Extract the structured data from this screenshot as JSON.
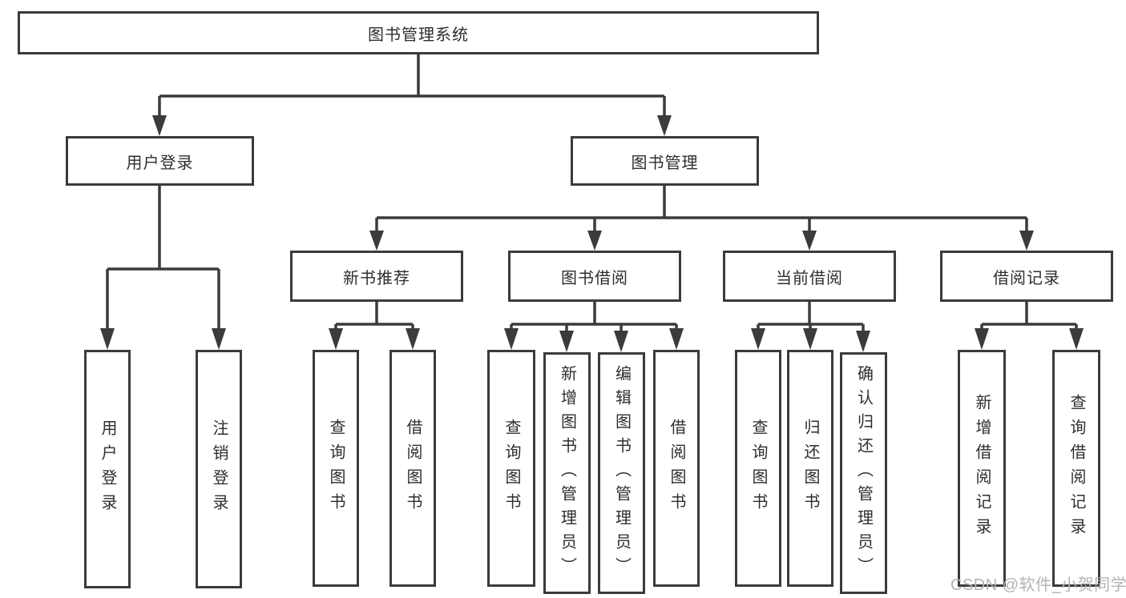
{
  "diagram_title": "图书管理系统",
  "tree": {
    "root": "图书管理系统",
    "branches": [
      {
        "label": "用户登录",
        "children": [
          "用户登录",
          "注销登录"
        ]
      },
      {
        "label": "图书管理",
        "subgroups": [
          {
            "label": "新书推荐",
            "children": [
              "查询图书",
              "借阅图书"
            ]
          },
          {
            "label": "图书借阅",
            "children": [
              "查询图书",
              "新增图书（管理员）",
              "编辑图书（管理员）",
              "借阅图书"
            ]
          },
          {
            "label": "当前借阅",
            "children": [
              "查询图书",
              "归还图书",
              "确认归还（管理员）"
            ]
          },
          {
            "label": "借阅记录",
            "children": [
              "新增借阅记录",
              "查询借阅记录"
            ]
          }
        ]
      }
    ]
  },
  "watermark": "CSDN @软件_小贺同学",
  "colors": {
    "line": "#3b3b3b",
    "text": "#2e2e2e",
    "box_background": "#ffffff",
    "watermark": "#b3b3b3"
  }
}
